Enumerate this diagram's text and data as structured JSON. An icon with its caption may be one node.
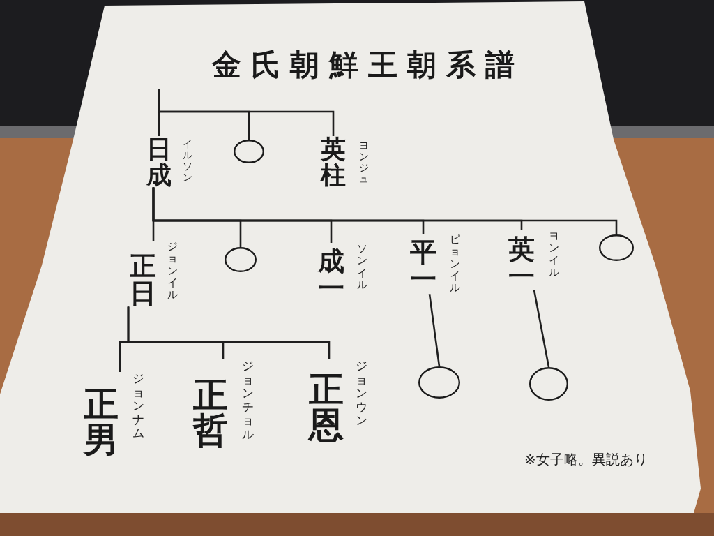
{
  "diagram": {
    "title": "金氏朝鮮王朝系譜",
    "nodes": [
      {
        "text": [
          "日成"
        ],
        "beside": [
          "イルソン"
        ]
      },
      {
        "text": [],
        "shape": "circle"
      },
      {
        "text": [
          "英柱"
        ],
        "beside": [
          "ヨンジュ"
        ]
      },
      {
        "text": [
          "正日"
        ],
        "beside": [
          "ジョンイル"
        ]
      },
      {
        "text": [],
        "shape": "circle"
      },
      {
        "text": [
          "成一"
        ],
        "beside": [
          "ソンイル"
        ]
      },
      {
        "text": [
          "平一"
        ],
        "beside": [
          "ピョンイル"
        ]
      },
      {
        "text": [
          "英一"
        ],
        "beside": [
          "ヨンイル"
        ]
      },
      {
        "text": [],
        "shape": "circle"
      },
      {
        "text": [
          "正男"
        ],
        "beside": [
          "ジョンナム"
        ]
      },
      {
        "text": [
          "正哲"
        ],
        "beside": [
          "ジョンチョル"
        ]
      },
      {
        "text": [
          "正恩"
        ],
        "beside": [
          "ジョンウン"
        ]
      },
      {
        "text": [],
        "shape": "circle"
      },
      {
        "text": [],
        "shape": "circle"
      }
    ],
    "edges": [
      {
        "from": null,
        "to": 0,
        "arrow": "none"
      },
      {
        "from": null,
        "to": 1,
        "arrow": "none"
      },
      {
        "from": null,
        "to": 2,
        "arrow": "none"
      },
      {
        "from": 0,
        "to": 3,
        "arrow": "none"
      },
      {
        "from": 0,
        "to": 4,
        "arrow": "none"
      },
      {
        "from": 0,
        "to": 5,
        "arrow": "none"
      },
      {
        "from": 0,
        "to": 6,
        "arrow": "none"
      },
      {
        "from": 0,
        "to": 7,
        "arrow": "none"
      },
      {
        "from": 0,
        "to": 8,
        "arrow": "none"
      },
      {
        "from": 3,
        "to": 9,
        "arrow": "none"
      },
      {
        "from": 3,
        "to": 10,
        "arrow": "none"
      },
      {
        "from": 3,
        "to": 11,
        "arrow": "none"
      },
      {
        "from": 6,
        "to": 12,
        "arrow": "none"
      },
      {
        "from": 7,
        "to": 13,
        "arrow": "none"
      }
    ],
    "labels": [
      "※女子略。異説あり"
    ]
  }
}
